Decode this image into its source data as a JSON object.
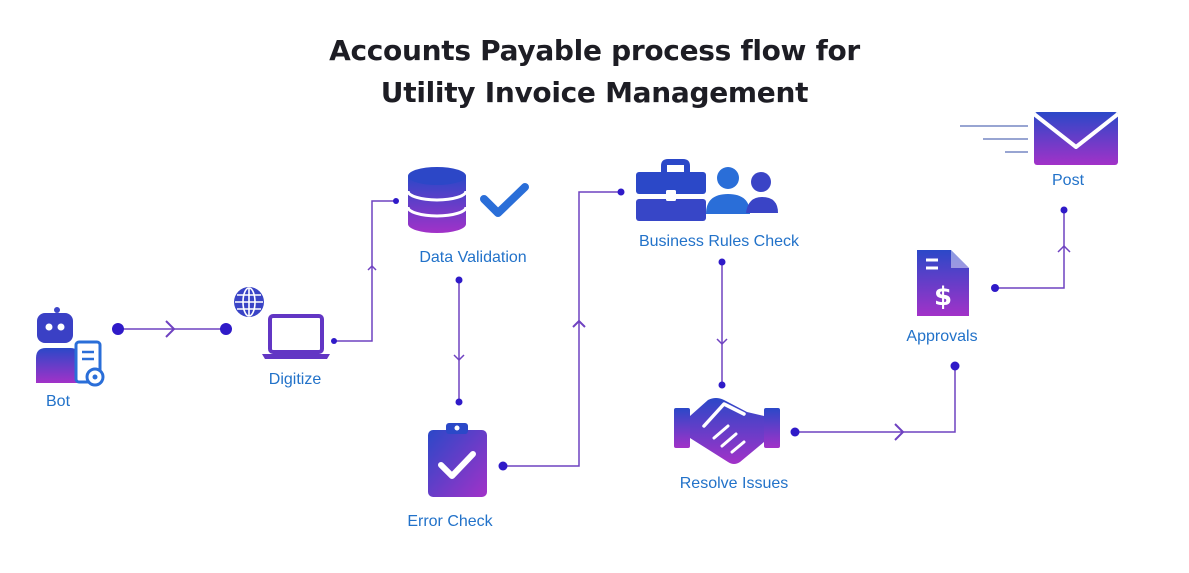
{
  "title": {
    "line1": "Accounts Payable process flow for",
    "line2": "Utility Invoice Management"
  },
  "colors": {
    "connector": "#6f42c1",
    "dot": "#2f1ac8",
    "label": "#2272c9",
    "gradient_top": "#2b48c8",
    "gradient_bottom": "#a232c8",
    "check": "#2a6ed8"
  },
  "steps": [
    {
      "id": "bot",
      "label": "Bot",
      "icon": "bot-document-icon"
    },
    {
      "id": "digitize",
      "label": "Digitize",
      "icon": "laptop-globe-icon"
    },
    {
      "id": "data-validation",
      "label": "Data Validation",
      "icon": "database-check-icon"
    },
    {
      "id": "error-check",
      "label": "Error Check",
      "icon": "clipboard-check-icon"
    },
    {
      "id": "business-rules-check",
      "label": "Business Rules Check",
      "icon": "briefcase-users-icon"
    },
    {
      "id": "resolve-issues",
      "label": "Resolve Issues",
      "icon": "handshake-icon"
    },
    {
      "id": "approvals",
      "label": "Approvals",
      "icon": "invoice-dollar-icon"
    },
    {
      "id": "post",
      "label": "Post",
      "icon": "envelope-icon"
    }
  ]
}
